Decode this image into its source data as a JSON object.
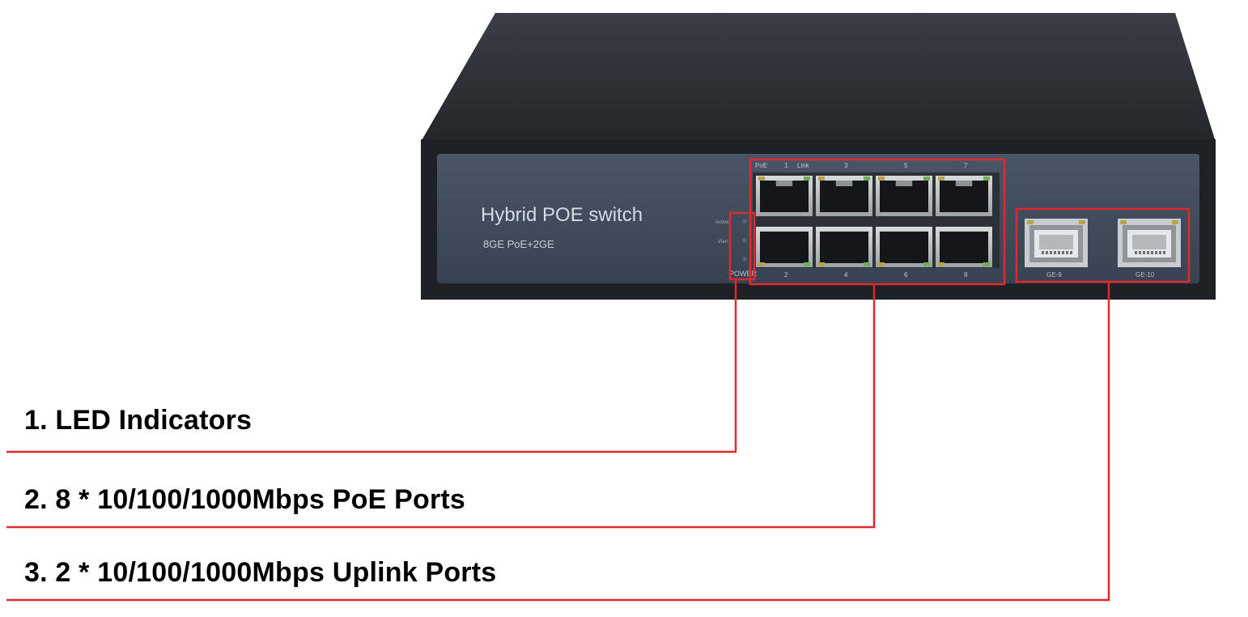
{
  "device": {
    "brand_title": "Hybrid POE switch",
    "model_line": "8GE PoE+2GE",
    "led_labels": [
      "PoE",
      "Link"
    ],
    "side_led_labels": [
      "Active",
      "Vlan"
    ],
    "power_label": "POWER",
    "top_port_numbers": [
      "1",
      "3",
      "5",
      "7"
    ],
    "bottom_port_numbers": [
      "2",
      "4",
      "6",
      "8"
    ],
    "uplink_labels": [
      "GE-9",
      "GE-10"
    ]
  },
  "callouts": [
    {
      "label": "1. LED Indicators"
    },
    {
      "label": "2. 8 * 10/100/1000Mbps PoE Ports"
    },
    {
      "label": "3. 2 * 10/100/1000Mbps Uplink Ports"
    }
  ],
  "colors": {
    "annotation": "#e0282d",
    "chassis": "#262a30",
    "front_panel": "#3e4b5c",
    "port_led_amber": "#b8a24a",
    "port_led_green": "#6fae56"
  }
}
